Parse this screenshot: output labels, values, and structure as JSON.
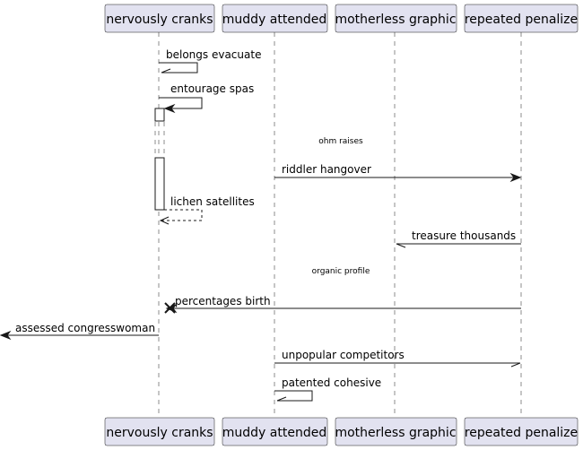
{
  "participants": [
    {
      "label": "nervously cranks"
    },
    {
      "label": "muddy attended"
    },
    {
      "label": "motherless graphic"
    },
    {
      "label": "repeated penalize"
    }
  ],
  "messages": [
    {
      "label": "belongs evacuate"
    },
    {
      "label": "entourage spas"
    },
    {
      "label": "riddler hangover"
    },
    {
      "label": "lichen satellites"
    },
    {
      "label": "treasure thousands"
    },
    {
      "label": "percentages birth"
    },
    {
      "label": "assessed congresswoman"
    },
    {
      "label": "unpopular competitors"
    },
    {
      "label": "patented cohesive"
    }
  ],
  "dividers": [
    {
      "label": "ohm raises"
    },
    {
      "label": "organic profile"
    }
  ]
}
